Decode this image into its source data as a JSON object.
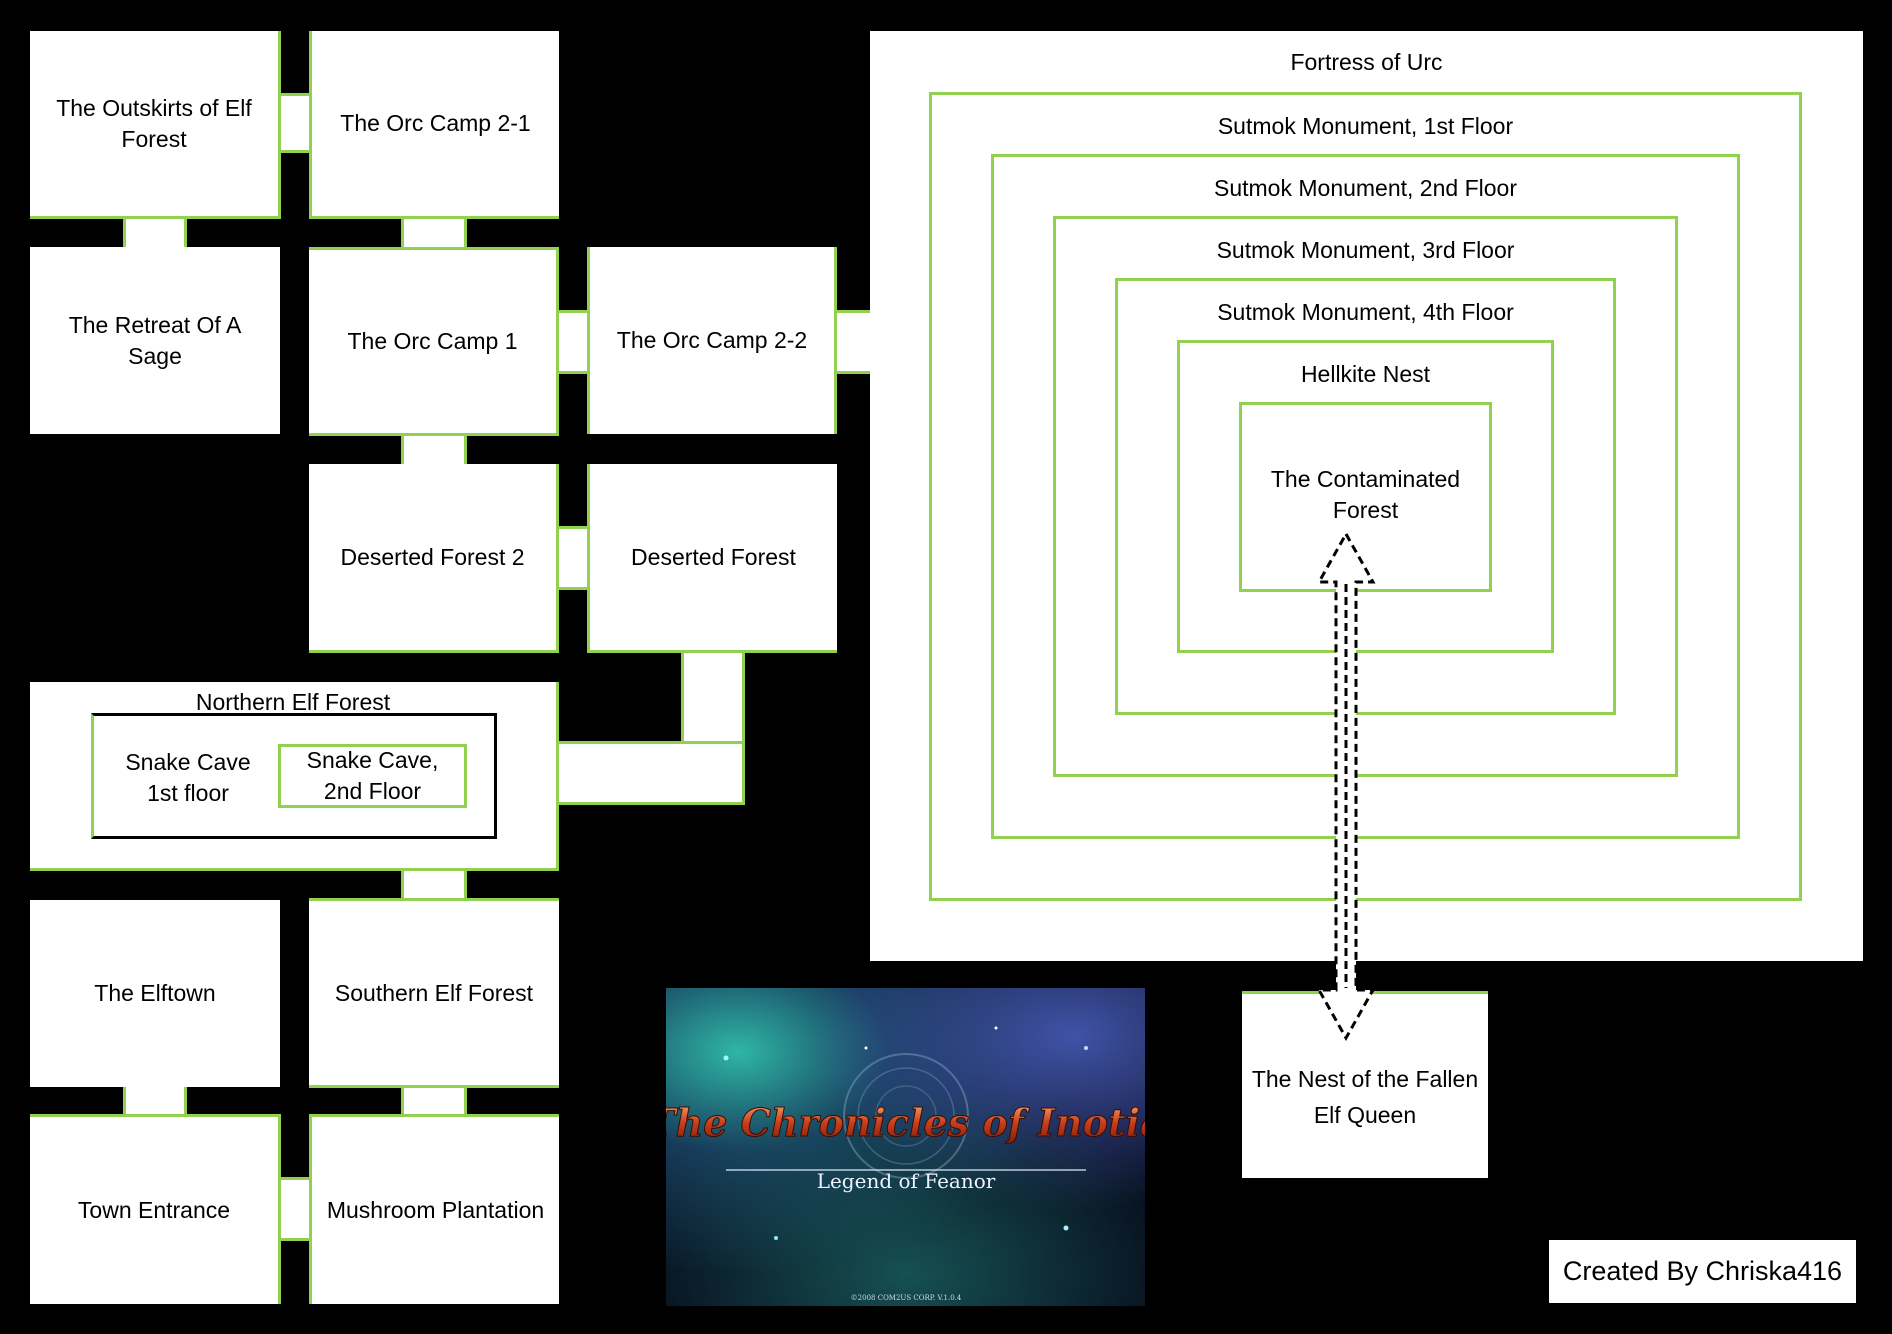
{
  "rooms": {
    "outskirts": "The Outskirts of Elf Forest",
    "orc_camp_2_1": "The Orc Camp 2-1",
    "retreat_sage": "The Retreat Of A Sage",
    "orc_camp_1": "The Orc Camp 1",
    "orc_camp_2_2": "The Orc Camp 2-2",
    "deserted_forest_2": "Deserted Forest 2",
    "deserted_forest": "Deserted Forest",
    "northern_elf_forest": "Northern Elf Forest",
    "snake_cave_1": "Snake Cave 1st floor",
    "snake_cave_2": "Snake Cave, 2nd Floor",
    "elftown": "The Elftown",
    "southern_elf_forest": "Southern Elf Forest",
    "town_entrance": "Town Entrance",
    "mushroom_plantation": "Mushroom Plantation",
    "fallen_elf_queen": "The Nest of the Fallen Elf Queen"
  },
  "fortress": {
    "name": "Fortress of Urc",
    "floor1": "Sutmok Monument, 1st Floor",
    "floor2": "Sutmok Monument, 2nd Floor",
    "floor3": "Sutmok Monument, 3rd Floor",
    "floor4": "Sutmok Monument, 4th Floor",
    "hellkite": "Hellkite Nest",
    "contaminated": "The Contaminated Forest"
  },
  "title_card": {
    "title": "The Chronicles of Inotia",
    "subtitle": "Legend of Feanor",
    "copyright": "©2008 COM2US CORP. V.1.0.4"
  },
  "credit": "Created By Chriska416",
  "colors": {
    "accent_green": "#92d050",
    "background": "#000000",
    "room": "#ffffff"
  }
}
